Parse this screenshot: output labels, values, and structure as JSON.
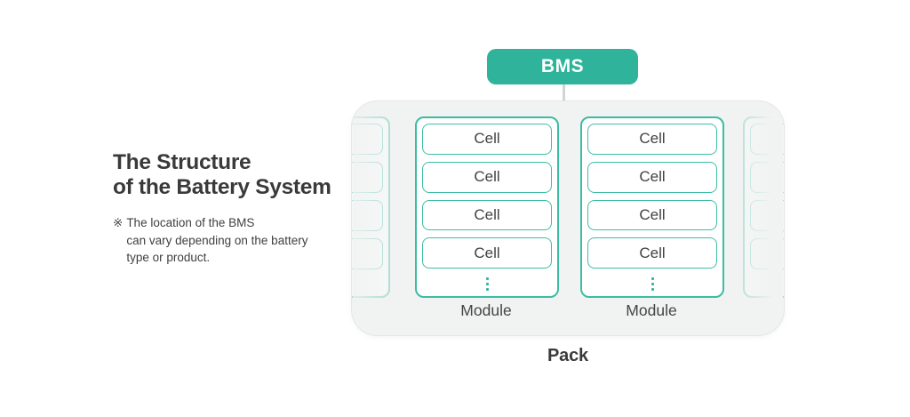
{
  "intro": {
    "title_line1": "The Structure",
    "title_line2": "of the Battery System",
    "note_marker": "※",
    "note_line1": "The location of the BMS",
    "note_line2": "can vary depending on the battery",
    "note_line3": "type or product."
  },
  "diagram": {
    "bms_label": "BMS",
    "pack_label": "Pack",
    "modules": [
      {
        "label": "Module",
        "cells": [
          "Cell",
          "Cell",
          "Cell",
          "Cell"
        ]
      },
      {
        "label": "Module",
        "cells": [
          "Cell",
          "Cell",
          "Cell",
          "Cell"
        ]
      }
    ],
    "colors": {
      "accent_teal": "#2fb49b",
      "border_teal": "#3cbca3",
      "pack_fill": "#f1f2f2",
      "pack_border": "#e5e6e6",
      "connector_gray": "#d3d4d4",
      "text_dark": "#3a3a3a",
      "text_white": "#ffffff"
    }
  }
}
